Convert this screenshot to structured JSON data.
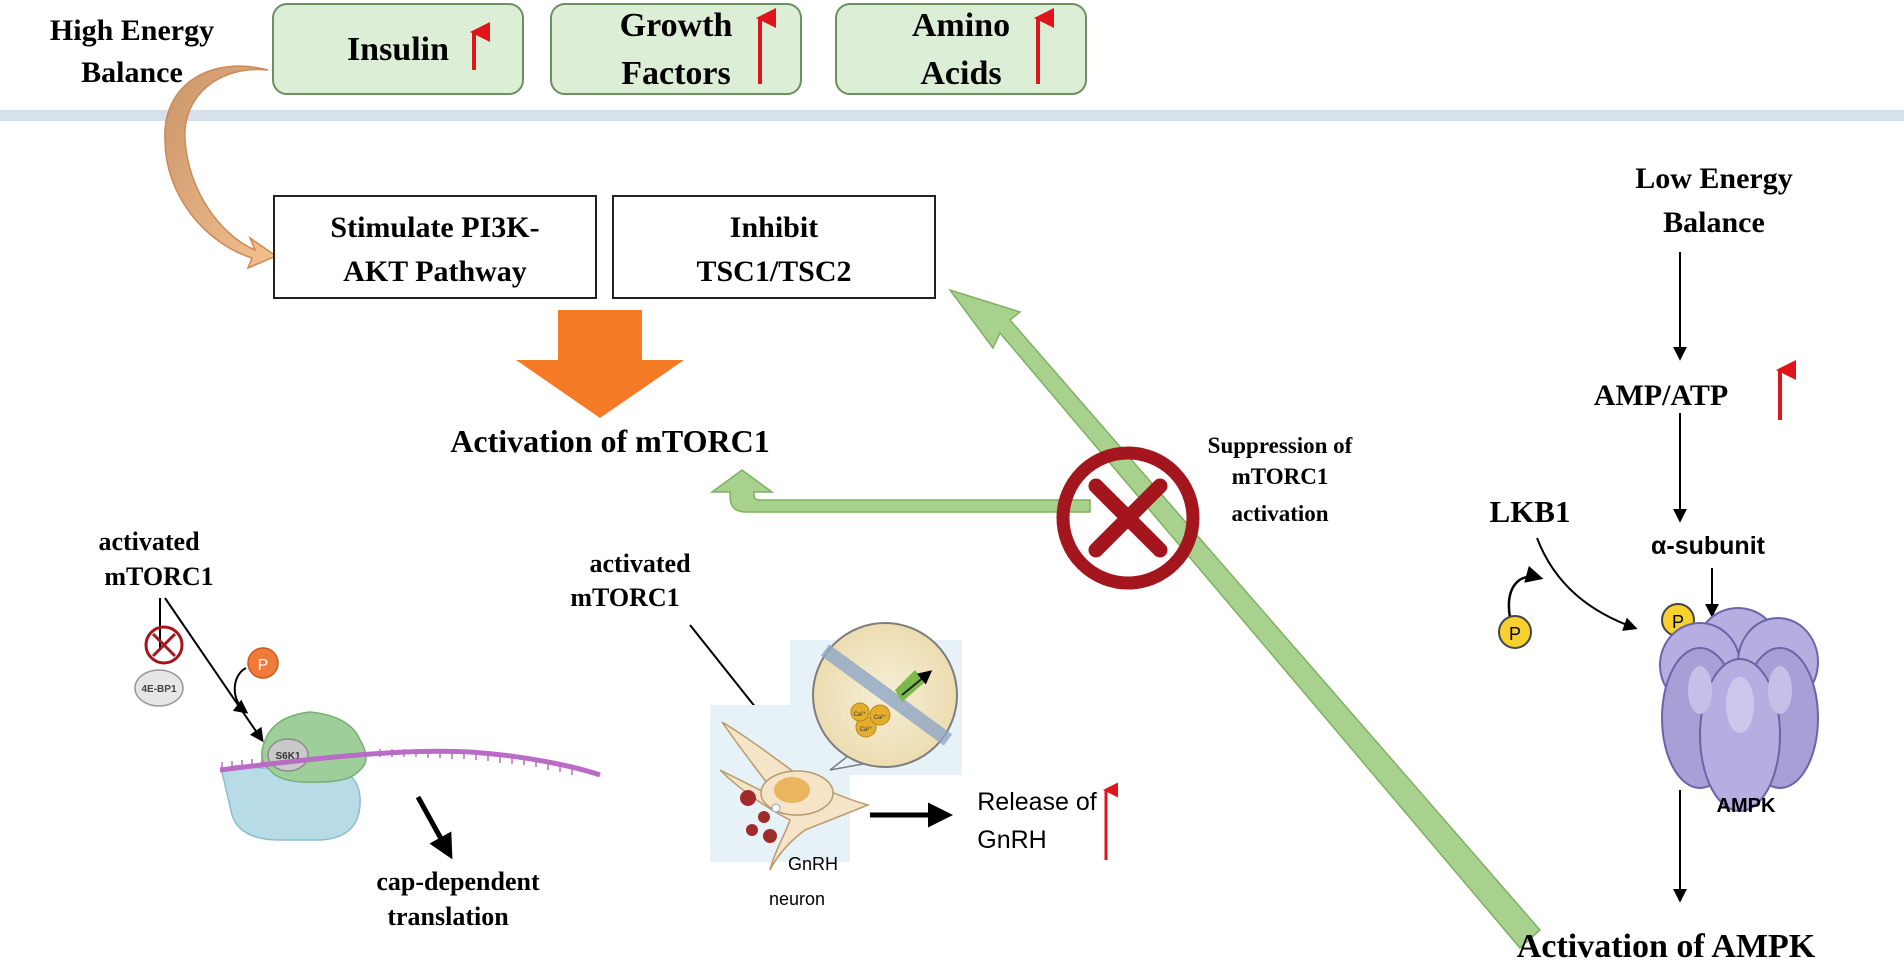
{
  "high_energy": {
    "line1": "High Energy",
    "line2": "Balance"
  },
  "nutrients": [
    {
      "line1": "Insulin",
      "line2": ""
    },
    {
      "line1": "Growth",
      "line2": "Factors"
    },
    {
      "line1": "Amino",
      "line2": "Acids"
    }
  ],
  "pathway_boxes": [
    {
      "line1": "Stimulate PI3K-",
      "line2": "AKT Pathway"
    },
    {
      "line1": "Inhibit",
      "line2": "TSC1/TSC2"
    }
  ],
  "activation_mtorc1": "Activation of mTORC1",
  "suppression": {
    "line1": "Suppression of",
    "line2": "mTORC1",
    "line3": "activation"
  },
  "low_energy": {
    "line1": "Low Energy",
    "line2": "Balance"
  },
  "amp_atp": "AMP/ATP",
  "lkb1": "LKB1",
  "alpha_subunit": "α-subunit",
  "phosphate": "P",
  "ampk": "AMPK",
  "activation_ampk": "Activation of AMPK",
  "left_panel": {
    "activated_line1": "activated",
    "activated_line2": "mTORC1",
    "eb1": "4E-BP1",
    "s6k1": "S6K1",
    "phosphate": "P",
    "cap_line1": "cap-dependent",
    "cap_line2": "translation"
  },
  "middle_panel": {
    "activated_line1": "activated",
    "activated_line2": "mTORC1",
    "neuron_line1": "GnRH",
    "neuron_line2": "neuron",
    "release_line1": "Release of",
    "release_line2": "GnRH",
    "ion1": "Ca²⁺",
    "ion2": "Ca²⁺",
    "ion3": "Ca²⁺"
  },
  "colors": {
    "nutrient_fill": "#dcefd6",
    "nutrient_stroke": "#6e8f5f",
    "up_arrow": "#e0141b",
    "green_arrow": "#a9d18e",
    "green_arrow_stroke": "#7fb062",
    "orange_arrow": "#f47a26",
    "curved_arrow": "#f2b380",
    "divider": "#d7e1ec",
    "prohibit": "#a4161d",
    "ampk_fill": "#b6aee0",
    "phosphate": "#f7d12e"
  },
  "icons": [
    "up-arrow-icon",
    "prohibition-icon",
    "phosphate-icon",
    "ampk-complex-icon",
    "ribosome-icon",
    "gnrh-neuron-icon"
  ]
}
